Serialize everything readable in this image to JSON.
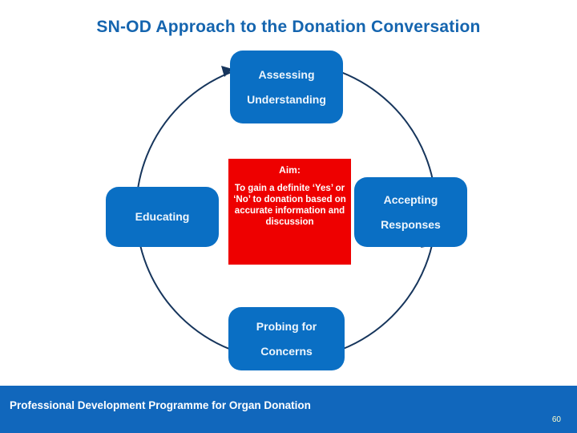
{
  "slide": {
    "title": "SN-OD Approach to the Donation Conversation",
    "footer_text": "Professional Development Programme for Organ Donation",
    "page_number": "60"
  },
  "diagram": {
    "nodes": {
      "top": {
        "lines": [
          "Assessing",
          "Understanding"
        ]
      },
      "left": {
        "lines": [
          "Educating"
        ]
      },
      "right": {
        "lines": [
          "Accepting",
          "Responses"
        ]
      },
      "bottom": {
        "lines": [
          "Probing for",
          "Concerns"
        ]
      },
      "center": {
        "heading": "Aim:",
        "body": "To gain a definite ‘Yes’ or ‘No’ to donation based on accurate information and discussion"
      }
    },
    "icons": [
      "cycle-circle",
      "arrowhead-into-assessing",
      "arrowhead-into-accepting"
    ],
    "colors": {
      "node_fill": "#0A6FC4",
      "node_text": "#EDF5FC",
      "aim_fill": "#EE0000",
      "aim_text": "#FFFFFF",
      "circle_stroke": "#16355C",
      "title_text": "#1565AF",
      "footer_bar": "#1167BC",
      "footer_text": "#FFFFFF",
      "page_number_text": "#FFFFCC",
      "background": "#FFFFFF"
    }
  }
}
